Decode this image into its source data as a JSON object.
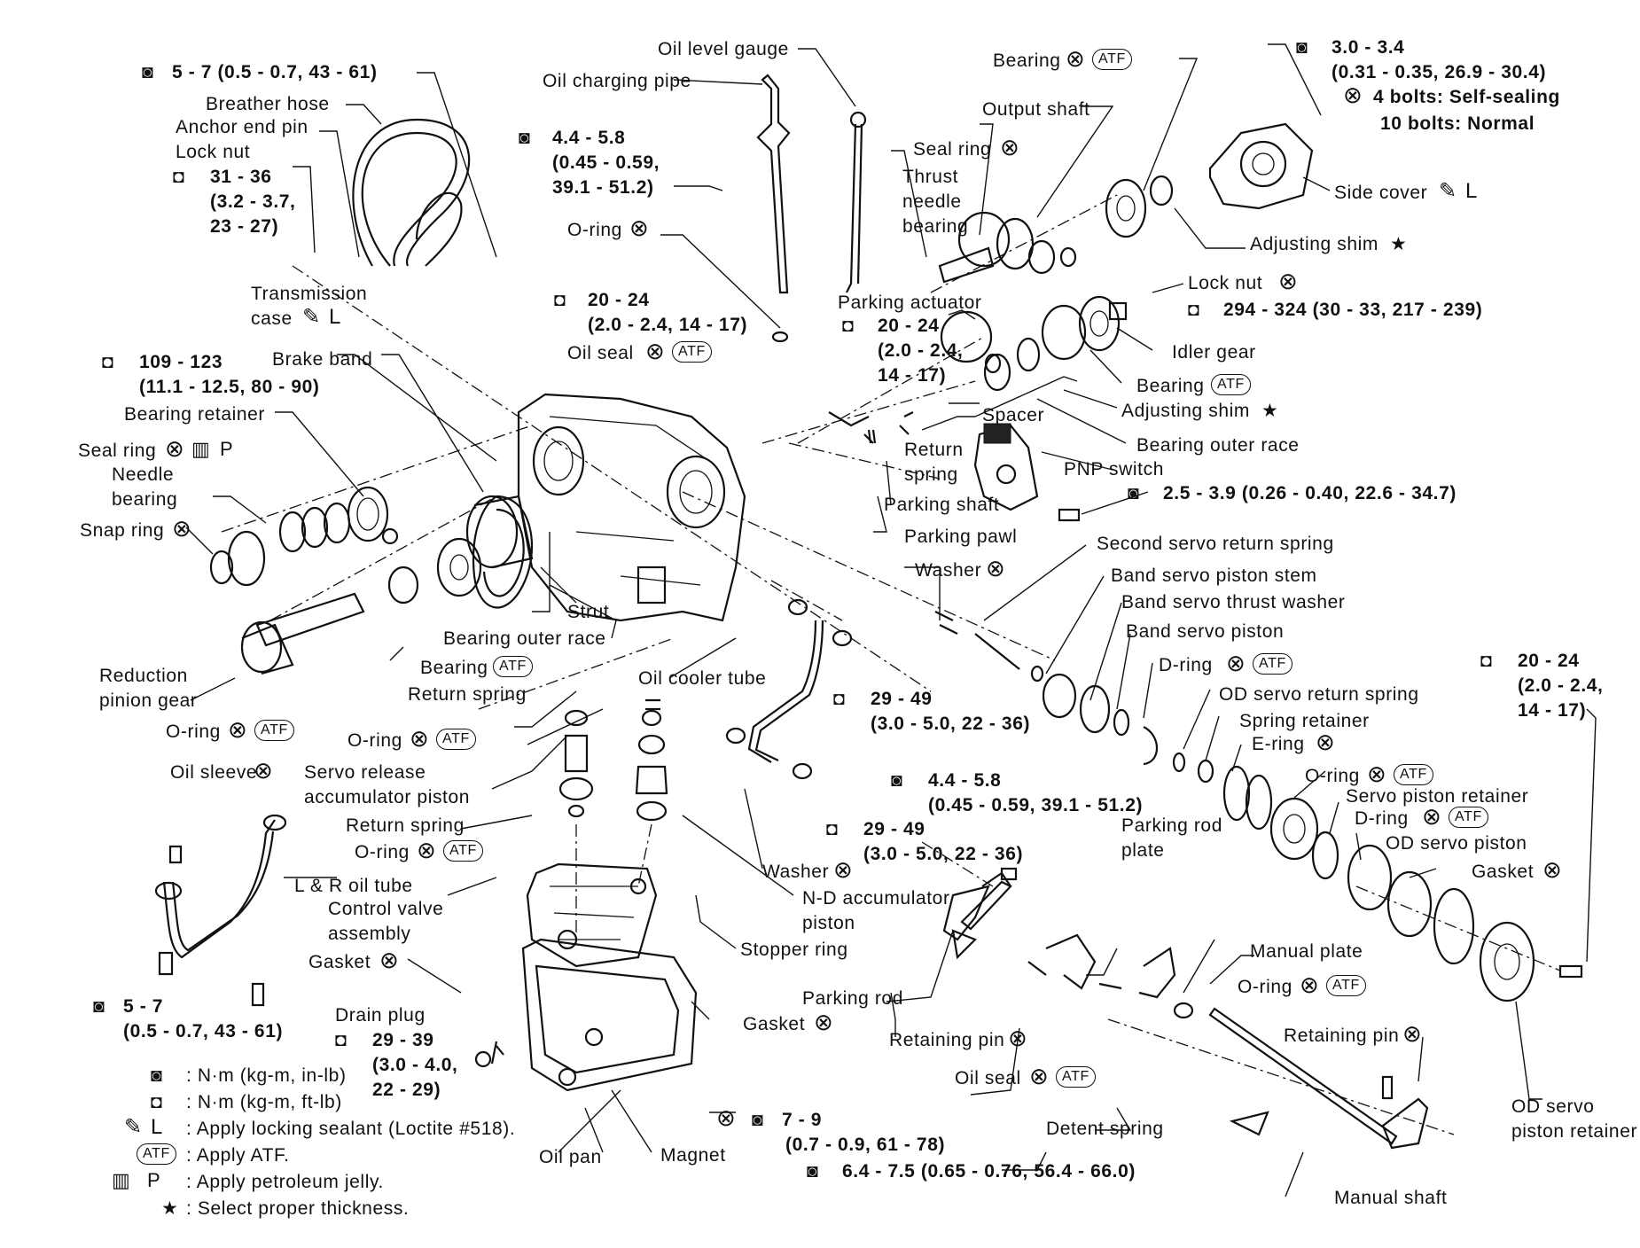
{
  "colors": {
    "ink": "#111111",
    "paper": "#ffffff"
  },
  "icon_names": {
    "torque_nm_kgm_inlb": "wrench-socket-dark-icon",
    "torque_nm_kgm_ftlb": "wrench-socket-outline-icon",
    "replace_part": "x-circle-icon",
    "apply_atf": "atf-oval-icon",
    "locking_sealant": "sealant-tube-icon",
    "loctite": "circled-l-icon",
    "petroleum_jelly": "jelly-jar-icon",
    "petroleum_p": "circled-p-icon",
    "select_thickness": "star-icon"
  },
  "callouts": {
    "t5_7_top": "5 - 7 (0.5 - 0.7, 43 - 61)",
    "breather_hose": "Breather hose",
    "anchor_end_pin": "Anchor end pin",
    "lock_nut_left": "Lock nut",
    "t31_36": [
      "31 - 36",
      "(3.2 - 3.7,",
      "23 - 27)"
    ],
    "oil_level_gauge": "Oil level gauge",
    "oil_charging_pipe": "Oil charging pipe",
    "t4458_top": [
      "4.4 - 5.8",
      "(0.45 - 0.59,",
      "39.1 - 51.2)"
    ],
    "oring_top": "O-ring",
    "transmission_case": [
      "Transmission",
      "case"
    ],
    "t20_24_a": [
      "20 - 24",
      "(2.0 - 2.4, 14 - 17)"
    ],
    "oil_seal_top": "Oil seal",
    "t109_123": [
      "109 - 123",
      "(11.1 - 12.5, 80 - 90)"
    ],
    "brake_band": "Brake band",
    "bearing_retainer": "Bearing retainer",
    "seal_ring_left": "Seal ring",
    "needle_bearing": [
      "Needle",
      "bearing"
    ],
    "snap_ring": "Snap ring",
    "strut": "Strut",
    "bearing_outer_race_left": "Bearing outer race",
    "reduction_pinion_gear": [
      "Reduction",
      "pinion gear"
    ],
    "bearing_left": "Bearing",
    "oring_left": "O-ring",
    "return_spring_top": "Return spring",
    "oring_servo": "O-ring",
    "oil_sleeve": "Oil sleeve",
    "servo_release": [
      "Servo release",
      "accumulator piston"
    ],
    "return_spring_mid": "Return spring",
    "oring_mid": "O-ring",
    "l_r_oil_tube": "L & R oil tube",
    "control_valve": [
      "Control valve",
      "assembly"
    ],
    "gasket_left": "Gasket",
    "t5_7_bottom": [
      "5 - 7",
      "(0.5 - 0.7, 43 - 61)"
    ],
    "drain_plug": "Drain plug",
    "t29_39": [
      "29 - 39",
      "(3.0 - 4.0,",
      "22 - 29)"
    ],
    "oil_pan": "Oil pan",
    "magnet": "Magnet",
    "t7_9": [
      "7 - 9",
      "(0.7 - 0.9, 61 - 78)"
    ],
    "t64_75": "6.4 - 7.5 (0.65 - 0.76, 56.4 - 66.0)",
    "gasket_bottom": "Gasket",
    "stopper_ring": "Stopper ring",
    "nd_accumulator": [
      "N-D accumulator",
      "piston"
    ],
    "washer_bottom": "Washer",
    "oil_cooler_tube": "Oil cooler tube",
    "t29_49_a": [
      "29 - 49",
      "(3.0 - 5.0, 22 - 36)"
    ],
    "t4458_mid": [
      "4.4 - 5.8",
      "(0.45 - 0.59, 39.1 - 51.2)"
    ],
    "t29_49_b": [
      "29 - 49",
      "(3.0 - 5.0, 22 - 36)"
    ],
    "parking_rod": "Parking rod",
    "parking_rod_plate": [
      "Parking rod",
      "plate"
    ],
    "retaining_pin_mid": "Retaining pin",
    "oil_seal_bottom": "Oil seal",
    "detent_spring": "Detent spring",
    "manual_shaft": "Manual shaft",
    "manual_plate": "Manual plate",
    "oring_bottom_right": "O-ring",
    "retaining_pin_right": "Retaining pin",
    "od_servo_piston_retainer": [
      "OD servo",
      "piston retainer"
    ],
    "washer_mid": "Washer",
    "parking_pawl": "Parking pawl",
    "parking_shaft": "Parking shaft",
    "return_spring_right": [
      "Return",
      "spring"
    ],
    "spacer": "Spacer",
    "pnp_switch": "PNP switch",
    "t25_39": "2.5 - 3.9 (0.26 - 0.40, 22.6 - 34.7)",
    "parking_actuator": "Parking actuator",
    "t20_24_b": [
      "20 - 24",
      "(2.0 - 2.4,",
      "14 - 17)"
    ],
    "bearing_top": "Bearing",
    "output_shaft": "Output shaft",
    "seal_ring_top": "Seal ring",
    "thrust_needle_bearing": [
      "Thrust",
      "needle",
      "bearing"
    ],
    "t30_34": [
      "3.0 - 3.4",
      "(0.31 - 0.35, 26.9 - 30.4)"
    ],
    "bolts_self_sealing": "4 bolts: Self-sealing",
    "bolts_normal": "10 bolts: Normal",
    "side_cover": "Side cover",
    "adjusting_shim_top": "Adjusting shim",
    "lock_nut_right": "Lock nut",
    "t294_324": "294 - 324 (30 - 33, 217 - 239)",
    "idler_gear": "Idler gear",
    "bearing_mid": "Bearing",
    "adjusting_shim_mid": "Adjusting shim",
    "bearing_outer_race_right": "Bearing outer race",
    "second_servo_return_spring": "Second servo return spring",
    "band_servo_piston_stem": "Band servo piston stem",
    "band_servo_thrust_washer": "Band servo thrust washer",
    "band_servo_piston": "Band servo piston",
    "d_ring_a": "D-ring",
    "od_servo_return_spring": "OD servo return spring",
    "spring_retainer": "Spring retainer",
    "e_ring": "E-ring",
    "oring_right": "O-ring",
    "servo_piston_retainer": "Servo piston retainer",
    "d_ring_b": "D-ring",
    "od_servo_piston": "OD servo piston",
    "gasket_right": "Gasket",
    "t20_24_c": [
      "20 - 24",
      "(2.0 - 2.4,",
      "14 - 17)"
    ]
  },
  "badges": {
    "atf": "ATF",
    "loctite": "L",
    "petroleum": "P",
    "star": "★"
  },
  "legend": [
    {
      "icon": "wrench-socket-dark-icon",
      "text": ": N·m (kg-m, in-lb)"
    },
    {
      "icon": "wrench-socket-outline-icon",
      "text": ": N·m (kg-m, ft-lb)"
    },
    {
      "icon": "sealant-tube-icon",
      "text": ": Apply locking sealant (Loctite #518)."
    },
    {
      "icon": "atf-oval-icon",
      "text": ": Apply ATF."
    },
    {
      "icon": "jelly-jar-icon",
      "text": ": Apply petroleum jelly."
    },
    {
      "icon": "star-icon",
      "text": ": Select proper thickness."
    }
  ]
}
